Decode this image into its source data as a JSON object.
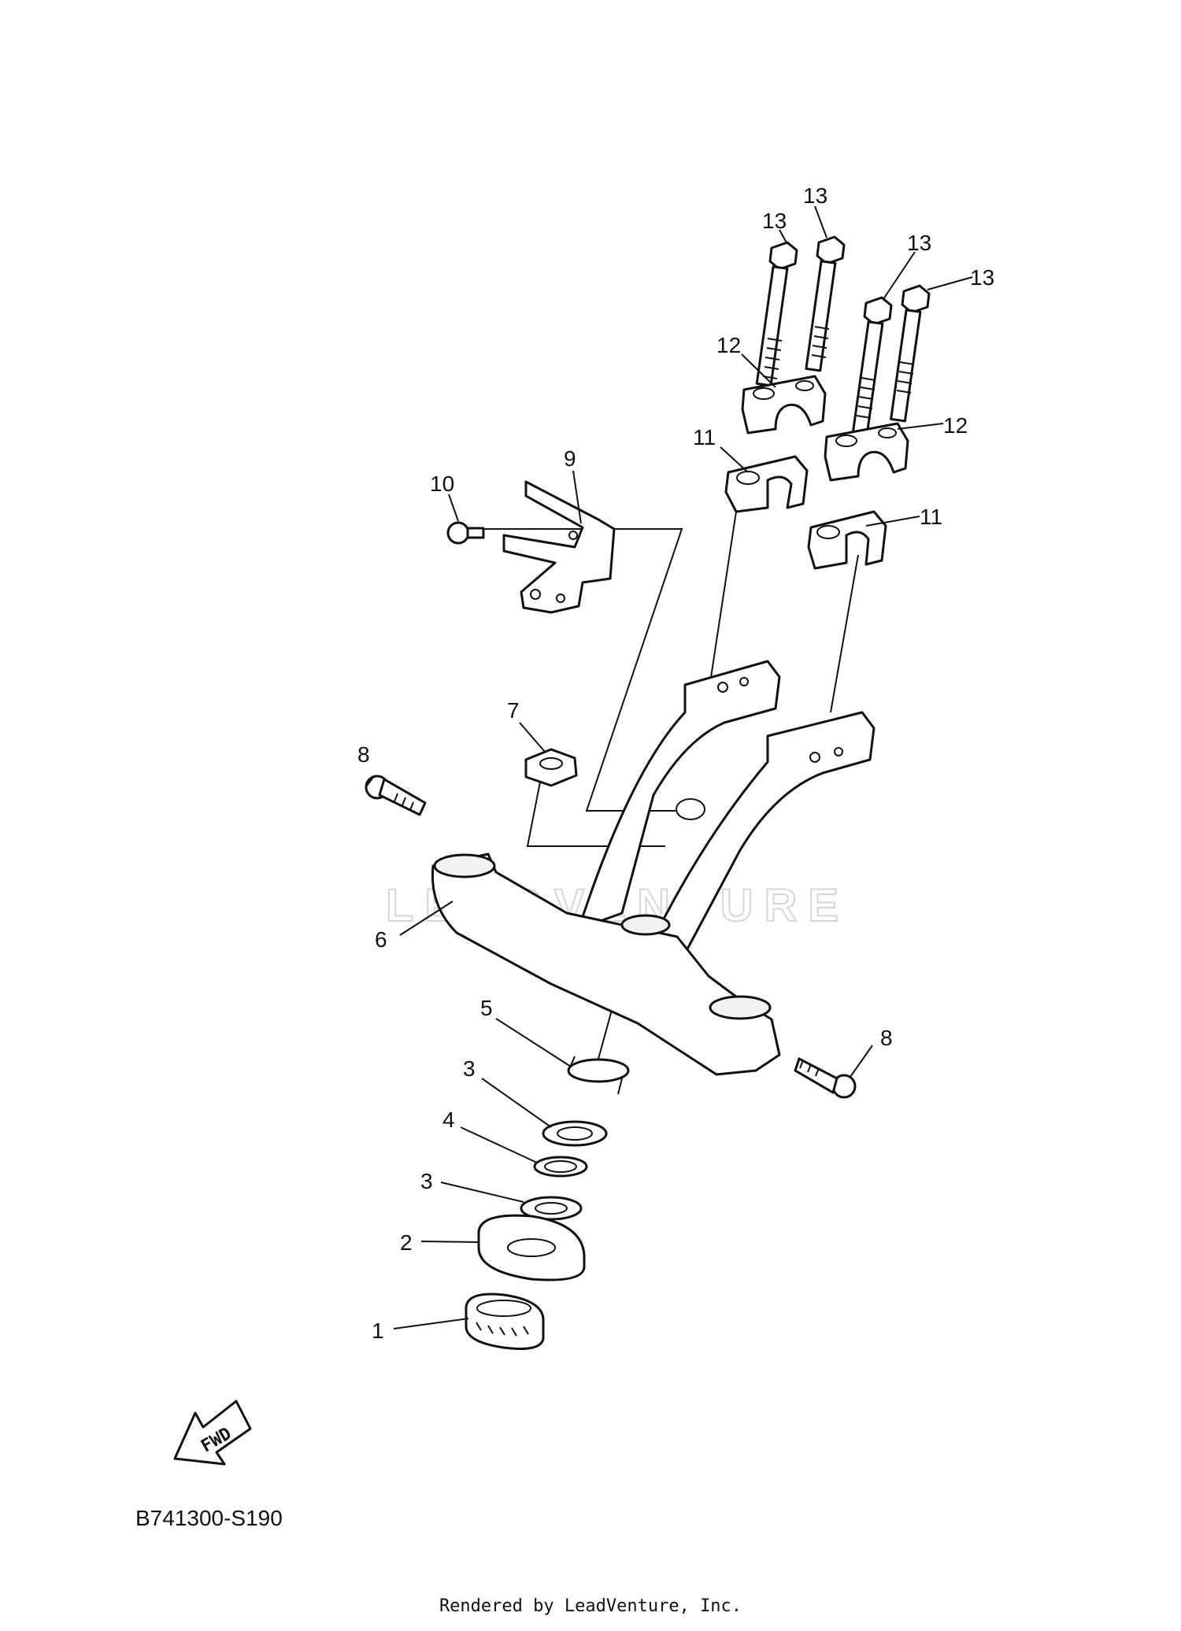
{
  "diagram": {
    "diagram_code": "B741300-S190",
    "fwd_label": "FWD",
    "watermark": "LEADVENTURE",
    "footer": "Rendered by LeadVenture, Inc.",
    "callouts": {
      "p1": "1",
      "p2": "2",
      "p3a": "3",
      "p3b": "3",
      "p4": "4",
      "p5": "5",
      "p6": "6",
      "p7": "7",
      "p8a": "8",
      "p8b": "8",
      "p9": "9",
      "p10": "10",
      "p11a": "11",
      "p11b": "11",
      "p12a": "12",
      "p12b": "12",
      "p13a": "13",
      "p13b": "13",
      "p13c": "13",
      "p13d": "13"
    }
  }
}
